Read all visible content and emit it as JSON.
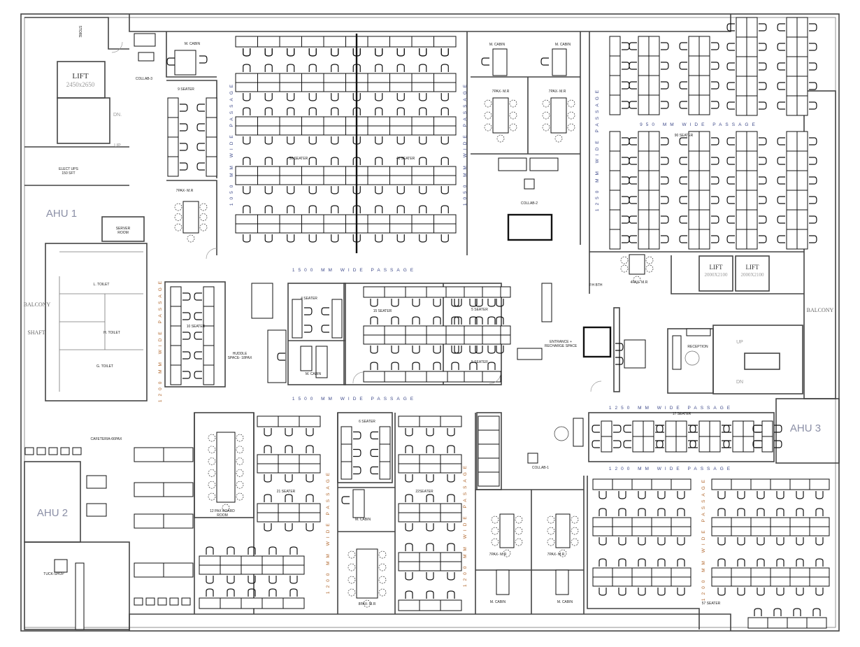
{
  "plan": {
    "labels": {
      "store": "STORE",
      "lift_main": "LIFT",
      "lift_main_size": "2450x2650",
      "stair_dn": "DN.",
      "stair_up": "UP",
      "elect_ups": "ELECT UPS",
      "elect_ups_area": "150 SFT",
      "ahu1": "AHU 1",
      "ahu2": "AHU 2",
      "ahu3": "AHU 3",
      "server": "SERVER",
      "server_room": "ROOM",
      "collab3": "COLLAB-3",
      "collab2": "COLLAB-2",
      "collab1": "COLLAB-1",
      "m_cabin": "M. CABIN",
      "seater9": "9 SEATER",
      "mr7": "7PAX- M.R",
      "seater50": "50 SEATER",
      "seater41": "41 SEATER",
      "seater90": "90 SEATER",
      "ph_bth": "P.H BTH",
      "mr4": "4PAX- M.R",
      "lift_service": "LIFT",
      "lift_service_size": "2000X2100",
      "balcony": "BALCONY",
      "shaft": "SHAFT",
      "l_toilet": "L. TOILET",
      "h_toilet": "H. TOILET",
      "g_toilet": "G. TOILET",
      "seater10": "10 SEATER",
      "huddle": "HUDDLE",
      "huddle_pax": "SPACE- 18PAX",
      "seater4": "4 SEATER",
      "seater15": "15 SEATER",
      "seater5": "5 SEATER",
      "entrance": "ENTRANCE +",
      "recharge": "RECHARGE SPACE",
      "reception": "RECEPTION",
      "stair2_up": "UP",
      "stair2_dn": "DN",
      "seater17": "17 SEATER",
      "cafeteria": "CAFETERIA-66PAX",
      "tuck_shop": "TUCK-SHOP",
      "board_room": "12 PAX BOARD",
      "board_room2": "ROOM",
      "seater21": "21 SEATER",
      "seater6": "6 SEATER",
      "mr8": "8PAX- M.R",
      "seater22": "22SEATER",
      "seater57": "57 SEATER"
    },
    "passages": {
      "p1050": "1050 MM WIDE PASSAGE",
      "p1250": "1250 MM WIDE PASSAGE",
      "p950": "950 MM WIDE PASSAGE",
      "p1500": "1500 MM WIDE PASSAGE",
      "p1200": "1200 MM WIDE PASSAGE"
    },
    "colors": {
      "wall": "#444444",
      "furniture": "#111111",
      "passage_text": "#3e4a8a",
      "passage_text_alt": "#b0652a",
      "ahu_text": "#8b8fa6"
    }
  }
}
